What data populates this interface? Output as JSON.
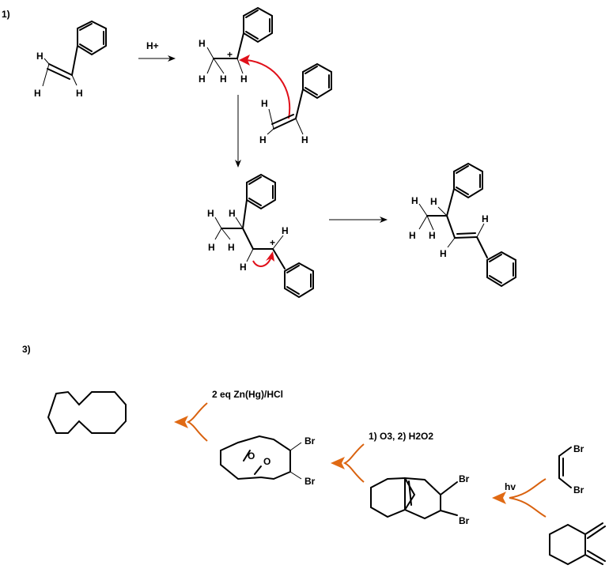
{
  "sections": {
    "first": "1)",
    "second": "3)"
  },
  "reagents": {
    "acid": "H+",
    "zinc": "2 eq Zn(Hg)/HCl",
    "ozone": "1) O3, 2) H2O2",
    "light": "hv"
  },
  "atoms": {
    "h": "H",
    "plus": "+",
    "br": "Br",
    "o": "O"
  },
  "colors": {
    "curly_arrow": "#e0101a",
    "retro_arrow": "#d9620f"
  }
}
